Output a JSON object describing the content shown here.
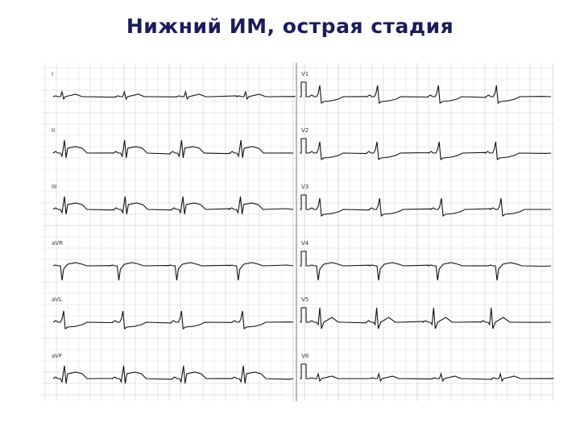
{
  "slide": {
    "title": "Нижний ИМ, острая стадия"
  },
  "ecg": {
    "left_leads": [
      "I",
      "II",
      "III",
      "aVR",
      "aVL",
      "aVF"
    ],
    "right_leads": [
      "V1",
      "V2",
      "V3",
      "V4",
      "V5",
      "V6"
    ],
    "colors": {
      "trace": "#111111",
      "grid": "#9a9a9a",
      "title": "#1c1c5a"
    }
  }
}
